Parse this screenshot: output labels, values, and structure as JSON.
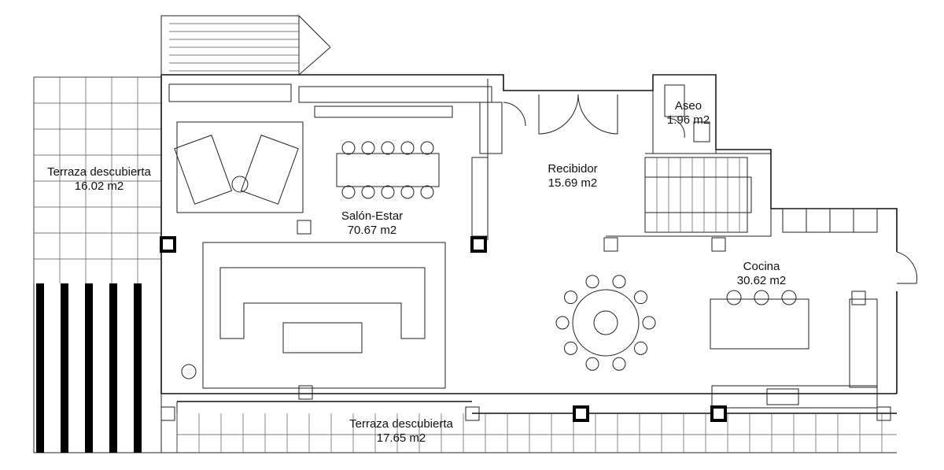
{
  "rooms": [
    {
      "name": "Terraza descubierta",
      "area": "16.02 m2"
    },
    {
      "name": "Salón-Estar",
      "area": "70.67 m2"
    },
    {
      "name": "Recibidor",
      "area": "15.69 m2"
    },
    {
      "name": "Aseo",
      "area": "1.96 m2"
    },
    {
      "name": "Cocina",
      "area": "30.62 m2"
    },
    {
      "name": "Terraza descubierta",
      "area": "17.65 m2"
    }
  ]
}
